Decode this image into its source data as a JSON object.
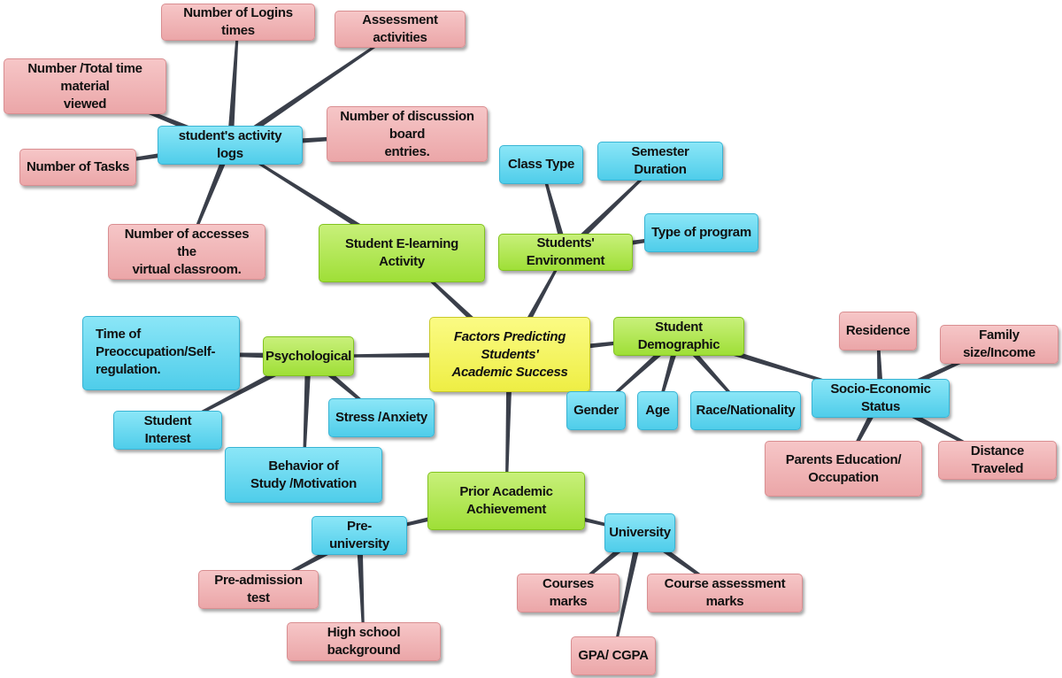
{
  "diagram": {
    "nodes": [
      {
        "id": "center",
        "label": "Factors Predicting Students'\nAcademic  Success",
        "color": "yellow"
      },
      {
        "id": "elearning",
        "label": "Student E-learning Activity",
        "color": "green"
      },
      {
        "id": "environment",
        "label": "Students' Environment",
        "color": "green"
      },
      {
        "id": "demographic",
        "label": "Student Demographic",
        "color": "green"
      },
      {
        "id": "psychological",
        "label": "Psychological",
        "color": "green"
      },
      {
        "id": "prior",
        "label": "Prior Academic\nAchievement",
        "color": "green"
      },
      {
        "id": "activity-logs",
        "label": "student's activity logs",
        "color": "cyan"
      },
      {
        "id": "logins",
        "label": "Number of Logins times",
        "color": "pink"
      },
      {
        "id": "assessment",
        "label": "Assessment activities",
        "color": "pink"
      },
      {
        "id": "total-time",
        "label": "Number /Total time material\nviewed",
        "color": "pink"
      },
      {
        "id": "discussion",
        "label": "Number of discussion board\nentries.",
        "color": "pink"
      },
      {
        "id": "tasks",
        "label": "Number of Tasks",
        "color": "pink"
      },
      {
        "id": "accesses",
        "label": "Number of accesses the\nvirtual classroom.",
        "color": "pink"
      },
      {
        "id": "class-type",
        "label": "Class Type",
        "color": "cyan"
      },
      {
        "id": "semester",
        "label": "Semester Duration",
        "color": "cyan"
      },
      {
        "id": "program",
        "label": "Type of program",
        "color": "cyan"
      },
      {
        "id": "time-preoccupation",
        "label": "Time of Preoccupation/Self-\nregulation.",
        "color": "cyan"
      },
      {
        "id": "interest",
        "label": "Student Interest",
        "color": "cyan"
      },
      {
        "id": "behavior",
        "label": "Behavior of\nStudy /Motivation",
        "color": "cyan"
      },
      {
        "id": "stress",
        "label": "Stress /Anxiety",
        "color": "cyan"
      },
      {
        "id": "gender",
        "label": "Gender",
        "color": "cyan"
      },
      {
        "id": "age",
        "label": "Age",
        "color": "cyan"
      },
      {
        "id": "race",
        "label": "Race/Nationality",
        "color": "cyan"
      },
      {
        "id": "socio",
        "label": "Socio-Economic Status",
        "color": "cyan"
      },
      {
        "id": "residence",
        "label": "Residence",
        "color": "pink"
      },
      {
        "id": "family",
        "label": "Family size/Income",
        "color": "pink"
      },
      {
        "id": "parents",
        "label": "Parents Education/\nOccupation",
        "color": "pink"
      },
      {
        "id": "distance",
        "label": "Distance Traveled",
        "color": "pink"
      },
      {
        "id": "pre-university",
        "label": "Pre-university",
        "color": "cyan"
      },
      {
        "id": "university",
        "label": "University",
        "color": "cyan"
      },
      {
        "id": "pre-admission",
        "label": "Pre-admission test",
        "color": "pink"
      },
      {
        "id": "high-school",
        "label": "High school background",
        "color": "pink"
      },
      {
        "id": "courses-marks",
        "label": "Courses marks",
        "color": "pink"
      },
      {
        "id": "course-assessment",
        "label": "Course assessment marks",
        "color": "pink"
      },
      {
        "id": "gpa",
        "label": "GPA/ CGPA",
        "color": "pink"
      }
    ],
    "edges": [
      [
        "center",
        "elearning"
      ],
      [
        "center",
        "environment"
      ],
      [
        "center",
        "demographic"
      ],
      [
        "center",
        "psychological"
      ],
      [
        "center",
        "prior"
      ],
      [
        "elearning",
        "activity-logs"
      ],
      [
        "activity-logs",
        "logins"
      ],
      [
        "activity-logs",
        "assessment"
      ],
      [
        "activity-logs",
        "total-time"
      ],
      [
        "activity-logs",
        "discussion"
      ],
      [
        "activity-logs",
        "tasks"
      ],
      [
        "activity-logs",
        "accesses"
      ],
      [
        "environment",
        "class-type"
      ],
      [
        "environment",
        "semester"
      ],
      [
        "environment",
        "program"
      ],
      [
        "psychological",
        "time-preoccupation"
      ],
      [
        "psychological",
        "interest"
      ],
      [
        "psychological",
        "behavior"
      ],
      [
        "psychological",
        "stress"
      ],
      [
        "demographic",
        "gender"
      ],
      [
        "demographic",
        "age"
      ],
      [
        "demographic",
        "race"
      ],
      [
        "demographic",
        "socio"
      ],
      [
        "socio",
        "residence"
      ],
      [
        "socio",
        "family"
      ],
      [
        "socio",
        "parents"
      ],
      [
        "socio",
        "distance"
      ],
      [
        "prior",
        "pre-university"
      ],
      [
        "prior",
        "university"
      ],
      [
        "pre-university",
        "pre-admission"
      ],
      [
        "pre-university",
        "high-school"
      ],
      [
        "university",
        "courses-marks"
      ],
      [
        "university",
        "course-assessment"
      ],
      [
        "university",
        "gpa"
      ]
    ]
  }
}
